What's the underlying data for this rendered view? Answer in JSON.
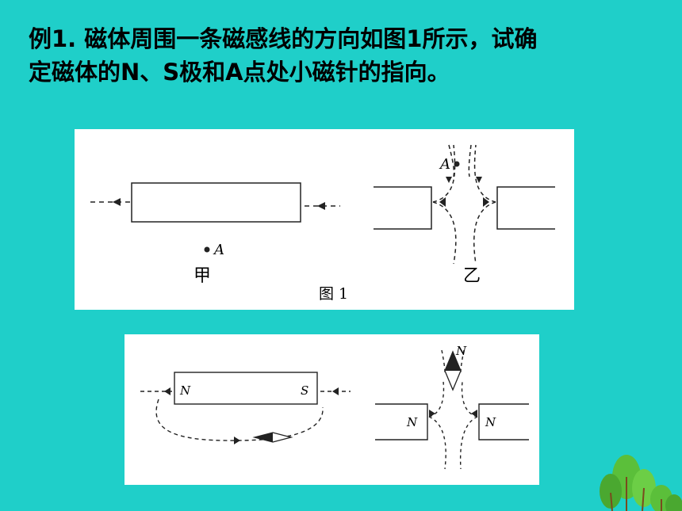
{
  "question": {
    "line1": "例1. 磁体周围一条磁感线的方向如图1所示，试确",
    "line2": "定磁体的N、S极和A点处小磁针的指向。"
  },
  "figure1": {
    "point_label": "A",
    "left_label": "甲",
    "right_label": "乙",
    "caption": "图 1"
  },
  "figure2": {
    "bar_left_pole": "N",
    "bar_right_pole": "S",
    "left_magnet_pole": "N",
    "right_magnet_pole": "N",
    "needle_top_label": "N"
  },
  "colors": {
    "background": "#1fcfc9",
    "tree_green": "#5bbf3a"
  }
}
